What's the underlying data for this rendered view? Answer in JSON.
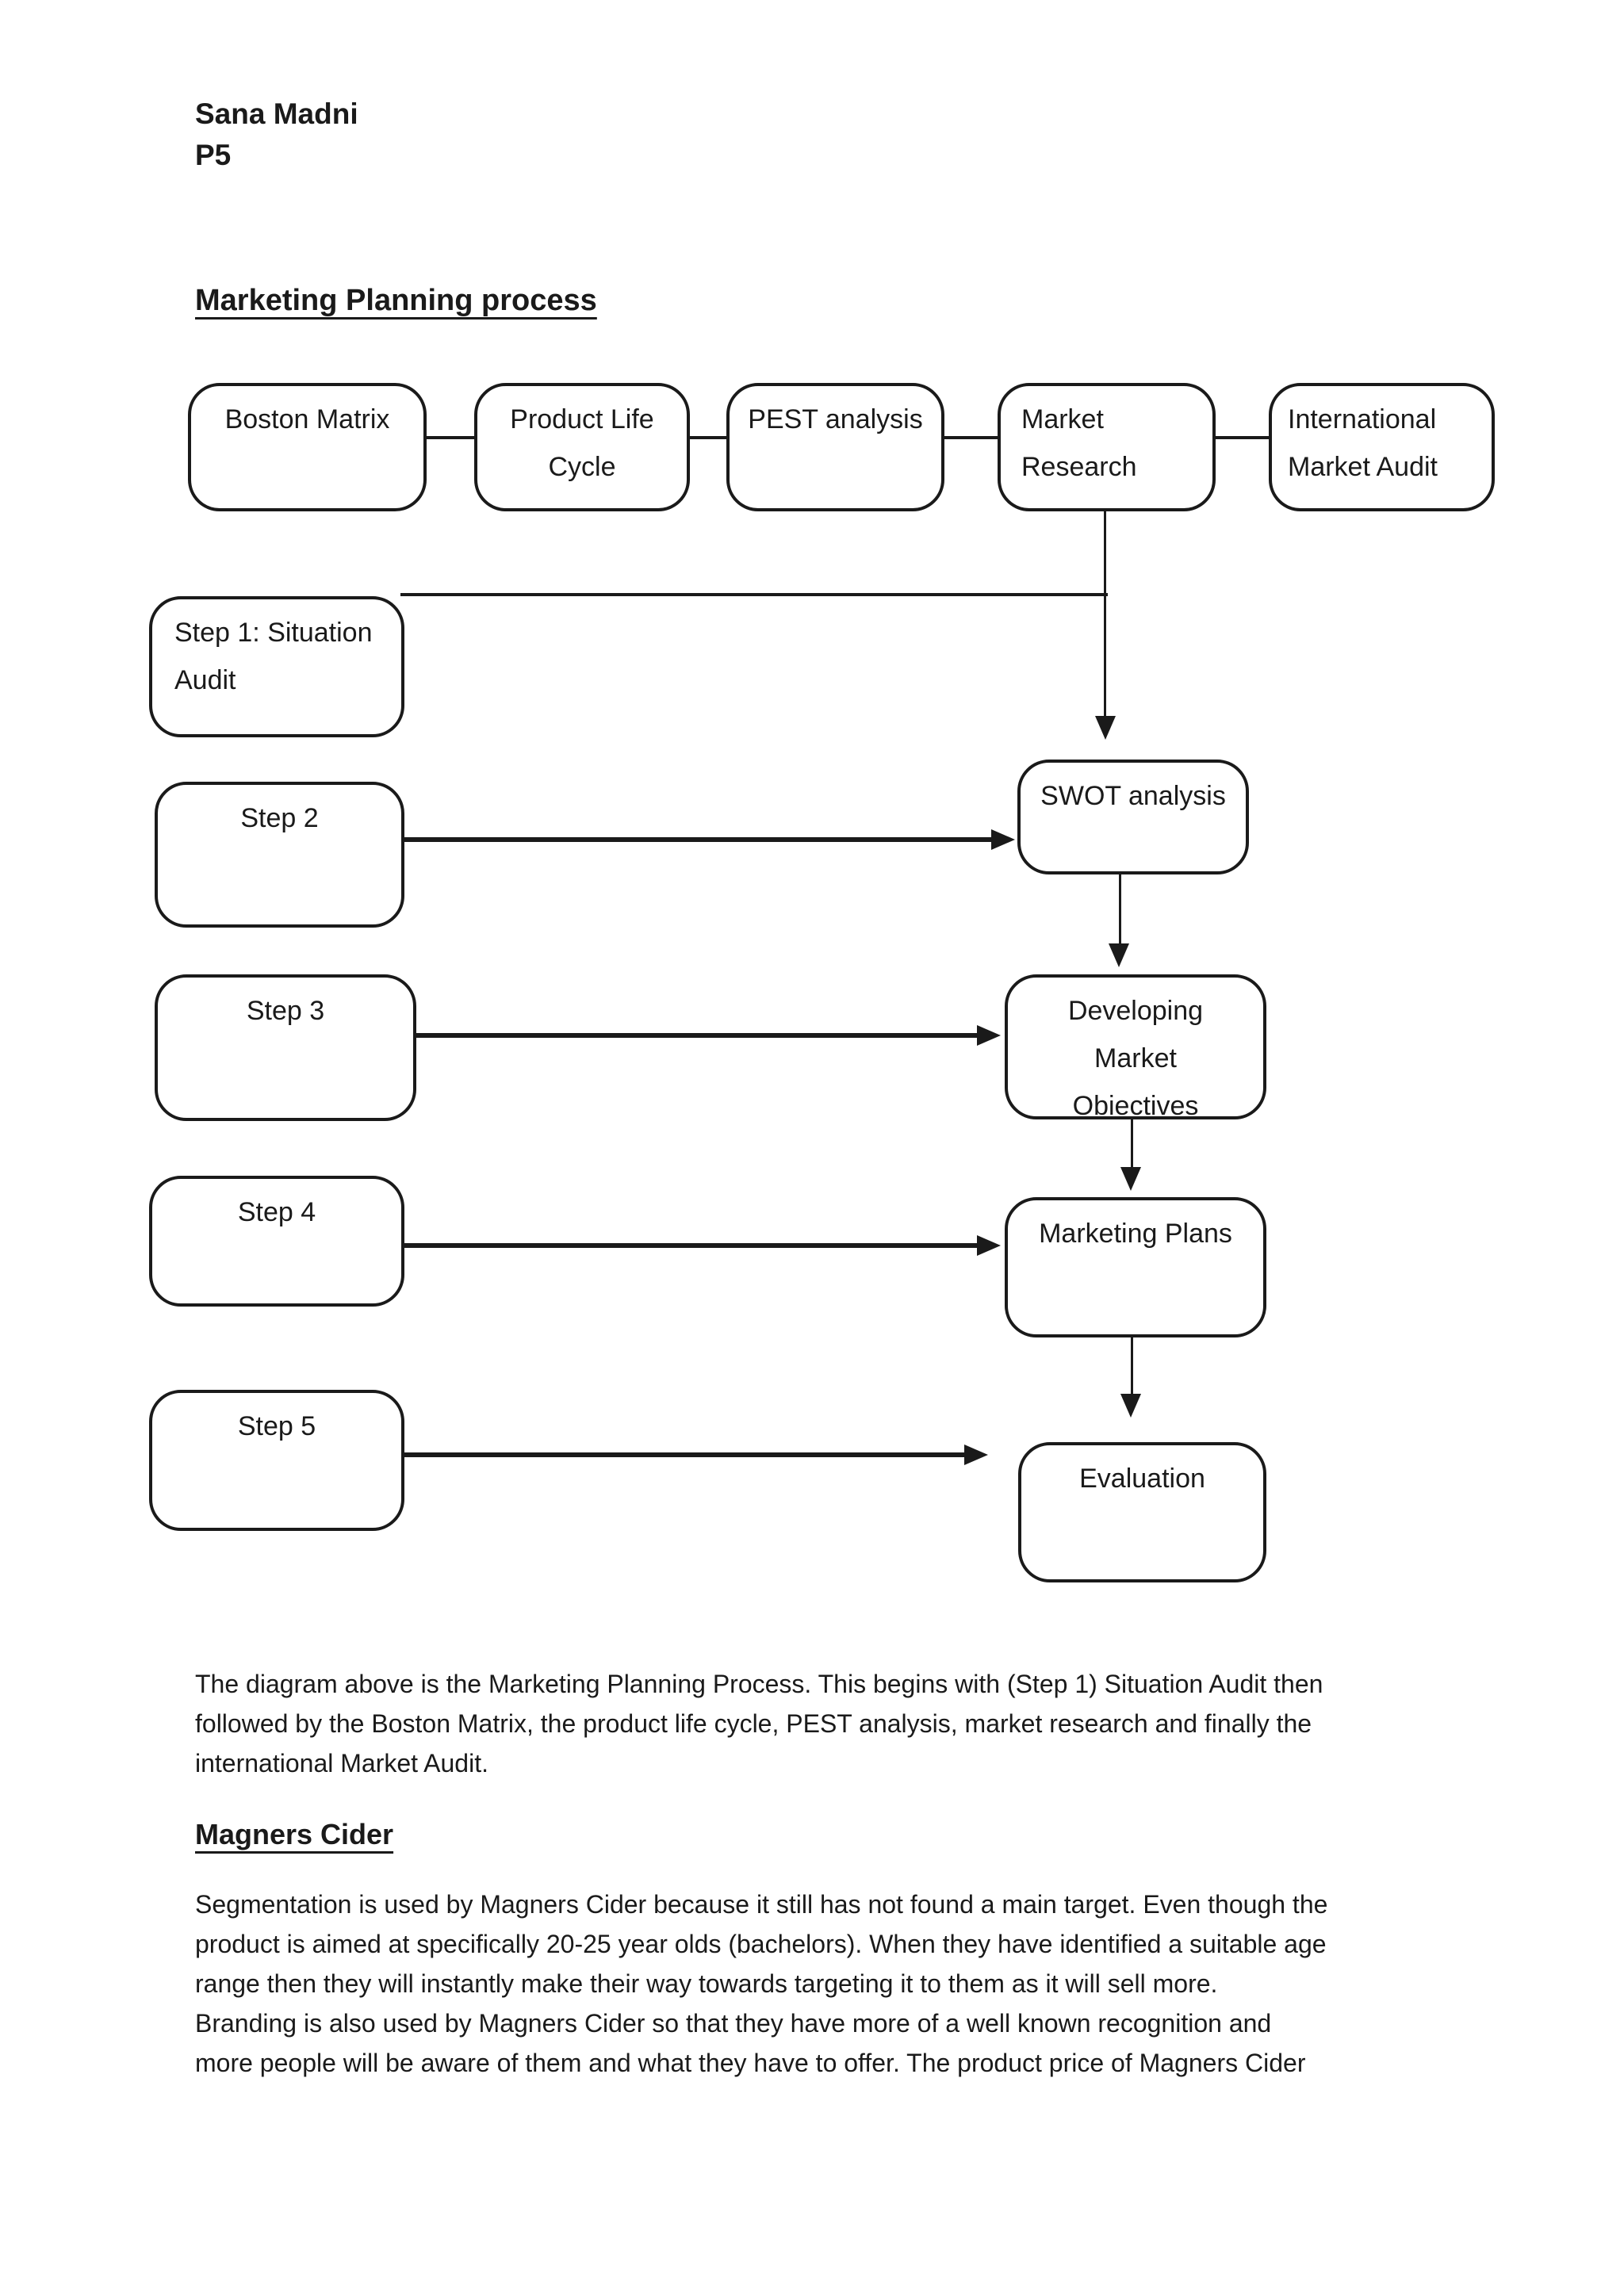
{
  "header": {
    "author": "Sana Madni",
    "unit": "P5"
  },
  "title": "Marketing Planning process",
  "diagram": {
    "boxes": {
      "boston_matrix": "Boston Matrix",
      "product_life_cycle": "Product Life\nCycle",
      "pest_analysis": "PEST analysis",
      "market_research": "Market\nResearch",
      "international_market_audit": "International\nMarket Audit",
      "step_1": "Step 1: Situation\nAudit",
      "step_2": "Step 2",
      "step_3": "Step 3",
      "step_4": "Step 4",
      "step_5": "Step 5",
      "swot_analysis": "SWOT analysis",
      "developing_market_objectives": "Developing\nMarket\nObiectives",
      "marketing_plans": "Marketing Plans",
      "evaluation": "Evaluation"
    }
  },
  "headings": {
    "magners_cider": "Magners Cider"
  },
  "paragraphs": {
    "diagram_description": "The diagram above is the Marketing Planning Process. This begins with (Step 1) Situation Audit then\nfollowed by the Boston Matrix, the product life cycle, PEST analysis, market research and finally the\ninternational Market Audit.",
    "magners_cider": "Segmentation is used by Magners Cider because it still has not found a main target. Even though the\nproduct is aimed at specifically 20-25 year olds (bachelors). When they have identified a suitable age\nrange then they will instantly make their way towards targeting it to them as it will sell more.\nBranding is also used by Magners Cider so that they have more of a well known recognition and\nmore people will be aware of them and what they have to offer. The product price of Magners Cider"
  }
}
